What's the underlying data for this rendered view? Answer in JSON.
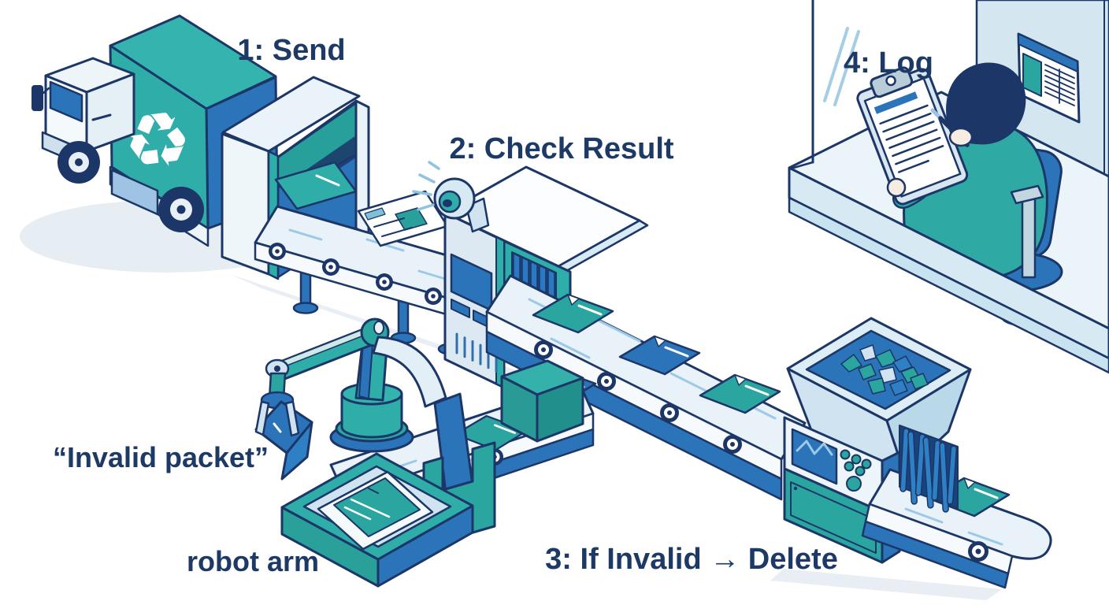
{
  "labels": {
    "step1": "1: Send",
    "step2": "2: Check Result",
    "step3": "3: If Invalid → Delete",
    "step4": "4: Log",
    "invalid_packet": "“Invalid packet”",
    "robot_arm": "robot arm"
  },
  "icons": {
    "recycle": "♻"
  },
  "colors": {
    "teal": "#2fada8",
    "teal_dark": "#21908d",
    "blue": "#2b74ba",
    "blue_bright": "#2f7fc5",
    "navy_outline": "#1c3667",
    "text_navy": "#1d3a66",
    "belt_light": "#e9f2f9",
    "panel_light": "#dce9f2",
    "wall_blue": "#d4e7f1",
    "accent_line": "#9ccae6"
  }
}
